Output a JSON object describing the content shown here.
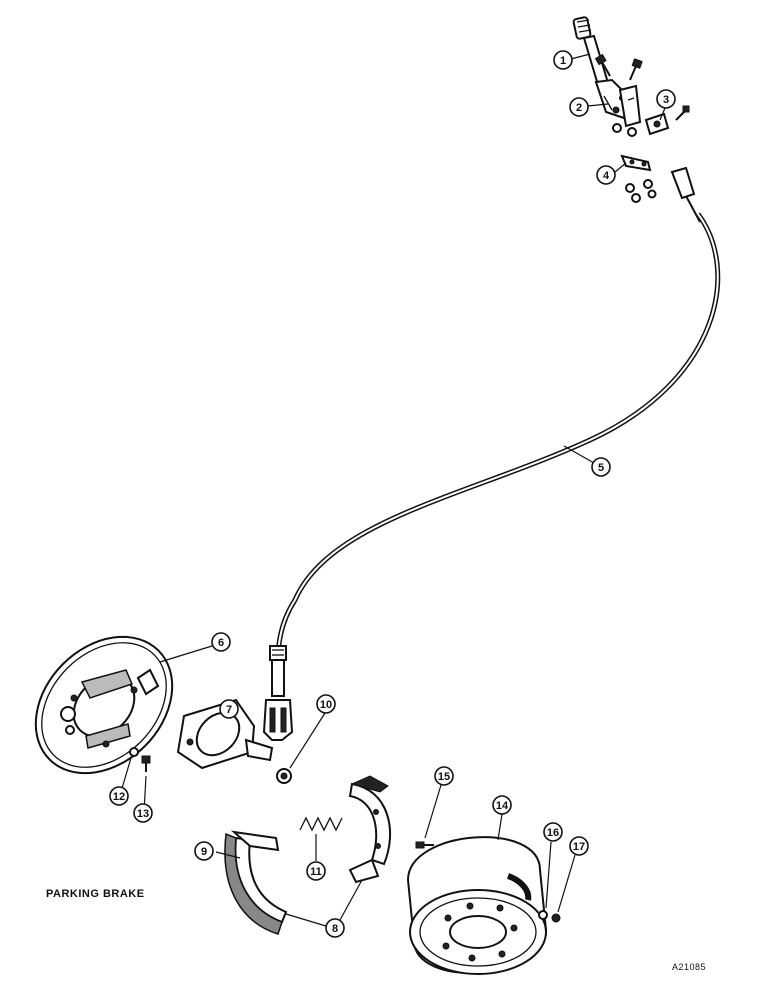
{
  "title": "PARKING BRAKE",
  "reference_code": "A21085",
  "callouts": [
    "1",
    "2",
    "3",
    "4",
    "5",
    "6",
    "7",
    "8",
    "9",
    "10",
    "11",
    "12",
    "13",
    "14",
    "15",
    "16",
    "17"
  ]
}
